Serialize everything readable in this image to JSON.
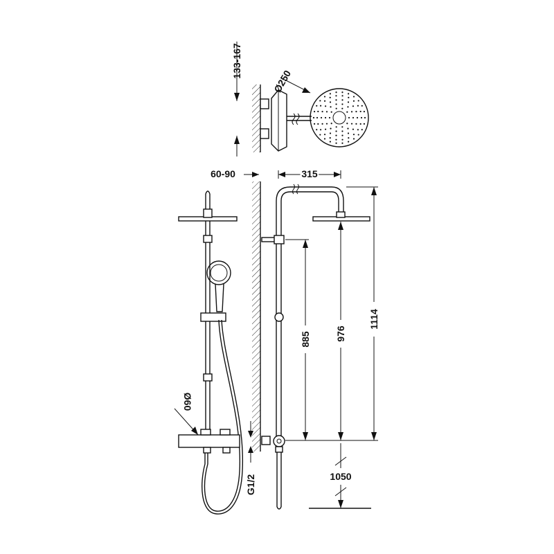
{
  "dimensions": {
    "wall_offset_top": "133-167",
    "head_diameter": "Ø250",
    "wall_distance": "60-90",
    "arm_length": "315",
    "height_885": "885",
    "height_976": "976",
    "height_1114": "1114",
    "handle_diameter": "Ø60",
    "thread": "G1/2",
    "mount_height": "1050"
  }
}
